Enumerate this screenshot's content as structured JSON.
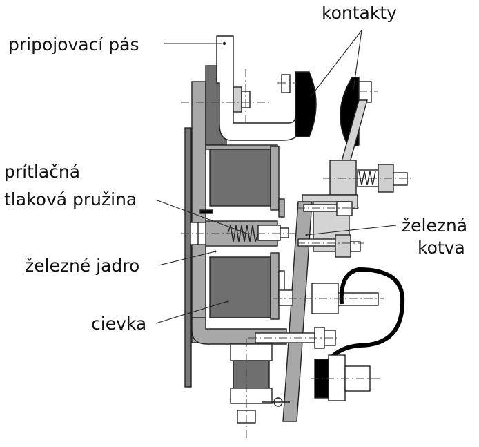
{
  "labels": {
    "pripojovaci_pas": "pripojovací pás",
    "kontakty": "kontakty",
    "pritlacna_line1": "prítlačná",
    "pritlacna_line2": "tlaková pružina",
    "zelezna_line1": "železná",
    "zelezna_line2": "kotva",
    "zelezne_jadro": "železné jadro",
    "cievka": "cievka"
  },
  "colors": {
    "line": "#222222",
    "dark_gray": "#6e6e6e",
    "mid_gray": "#a6a6a6",
    "light_gray": "#d4d4d4",
    "black": "#000000",
    "white": "#ffffff"
  }
}
